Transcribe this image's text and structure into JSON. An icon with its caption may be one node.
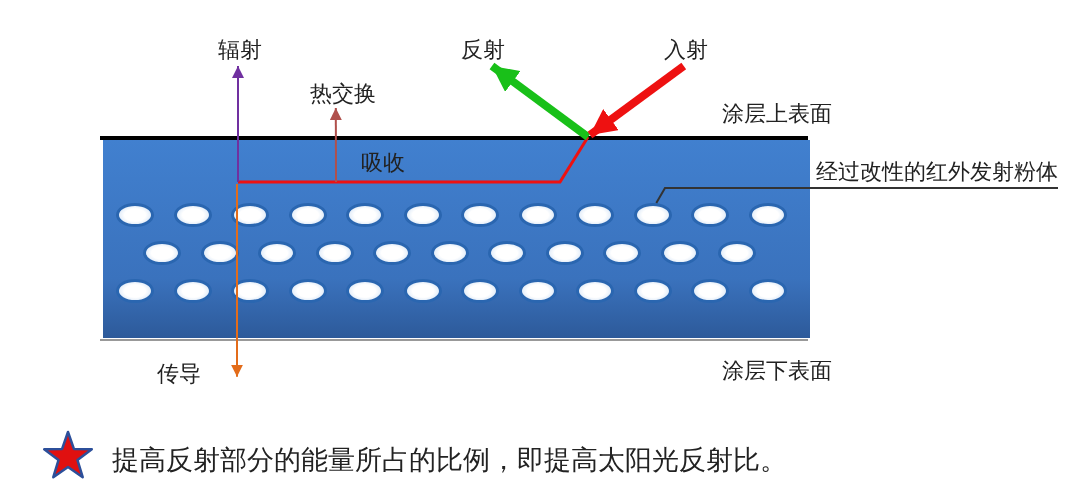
{
  "diagram": {
    "nodes": [
      {
        "text": [
          "辐射"
        ]
      },
      {
        "text": [
          "热交换"
        ]
      },
      {
        "text": [
          "反射"
        ]
      },
      {
        "text": [
          "入射"
        ]
      },
      {
        "text": [
          "传导"
        ]
      },
      {
        "text": [
          "经过改性的红外发射粉体"
        ]
      },
      {
        "text": [],
        "shape": "circle"
      },
      {
        "text": [],
        "shape": "circle"
      },
      {
        "text": [],
        "shape": "circle"
      },
      {
        "text": [],
        "shape": "circle"
      },
      {
        "text": [],
        "shape": "circle"
      },
      {
        "text": [],
        "shape": "circle"
      },
      {
        "text": [],
        "shape": "circle"
      },
      {
        "text": [],
        "shape": "circle"
      },
      {
        "text": [],
        "shape": "circle"
      },
      {
        "text": [],
        "shape": "circle"
      },
      {
        "text": [],
        "shape": "circle"
      },
      {
        "text": [],
        "shape": "circle"
      },
      {
        "text": [],
        "shape": "circle"
      },
      {
        "text": [],
        "shape": "circle"
      },
      {
        "text": [],
        "shape": "circle"
      },
      {
        "text": [],
        "shape": "circle"
      },
      {
        "text": [],
        "shape": "circle"
      },
      {
        "text": [],
        "shape": "circle"
      },
      {
        "text": [],
        "shape": "circle"
      },
      {
        "text": [],
        "shape": "circle"
      },
      {
        "text": [],
        "shape": "circle"
      },
      {
        "text": [],
        "shape": "circle"
      },
      {
        "text": [],
        "shape": "circle"
      },
      {
        "text": [],
        "shape": "circle"
      },
      {
        "text": [],
        "shape": "circle"
      },
      {
        "text": [],
        "shape": "circle"
      },
      {
        "text": [],
        "shape": "circle"
      },
      {
        "text": [],
        "shape": "circle"
      },
      {
        "text": [],
        "shape": "circle"
      },
      {
        "text": [],
        "shape": "circle"
      },
      {
        "text": [],
        "shape": "circle"
      },
      {
        "text": [],
        "shape": "circle"
      },
      {
        "text": [],
        "shape": "circle"
      },
      {
        "text": [],
        "shape": "circle"
      },
      {
        "text": [],
        "shape": "circle"
      }
    ],
    "edges": [
      {
        "from": null,
        "to": 0,
        "arrow": "to",
        "color": "#7030a0"
      },
      {
        "from": null,
        "to": 1,
        "arrow": "to",
        "color": "#b0504c"
      },
      {
        "from": null,
        "to": 2,
        "arrow": "to",
        "style": "thick",
        "color": "#19c019"
      },
      {
        "from": 3,
        "to": null,
        "arrow": "to",
        "style": "thick",
        "color": "#ee1111"
      },
      {
        "from": null,
        "to": 4,
        "arrow": "to",
        "color": "#e36c1a"
      },
      {
        "from": 5,
        "to": 15,
        "arrow": "none",
        "color": "#333333"
      }
    ],
    "labels": [
      "涂层上表面",
      "吸收",
      "涂层下表面",
      "提高反射部分的能量所占的比例，即提高太阳光反射比。"
    ]
  }
}
